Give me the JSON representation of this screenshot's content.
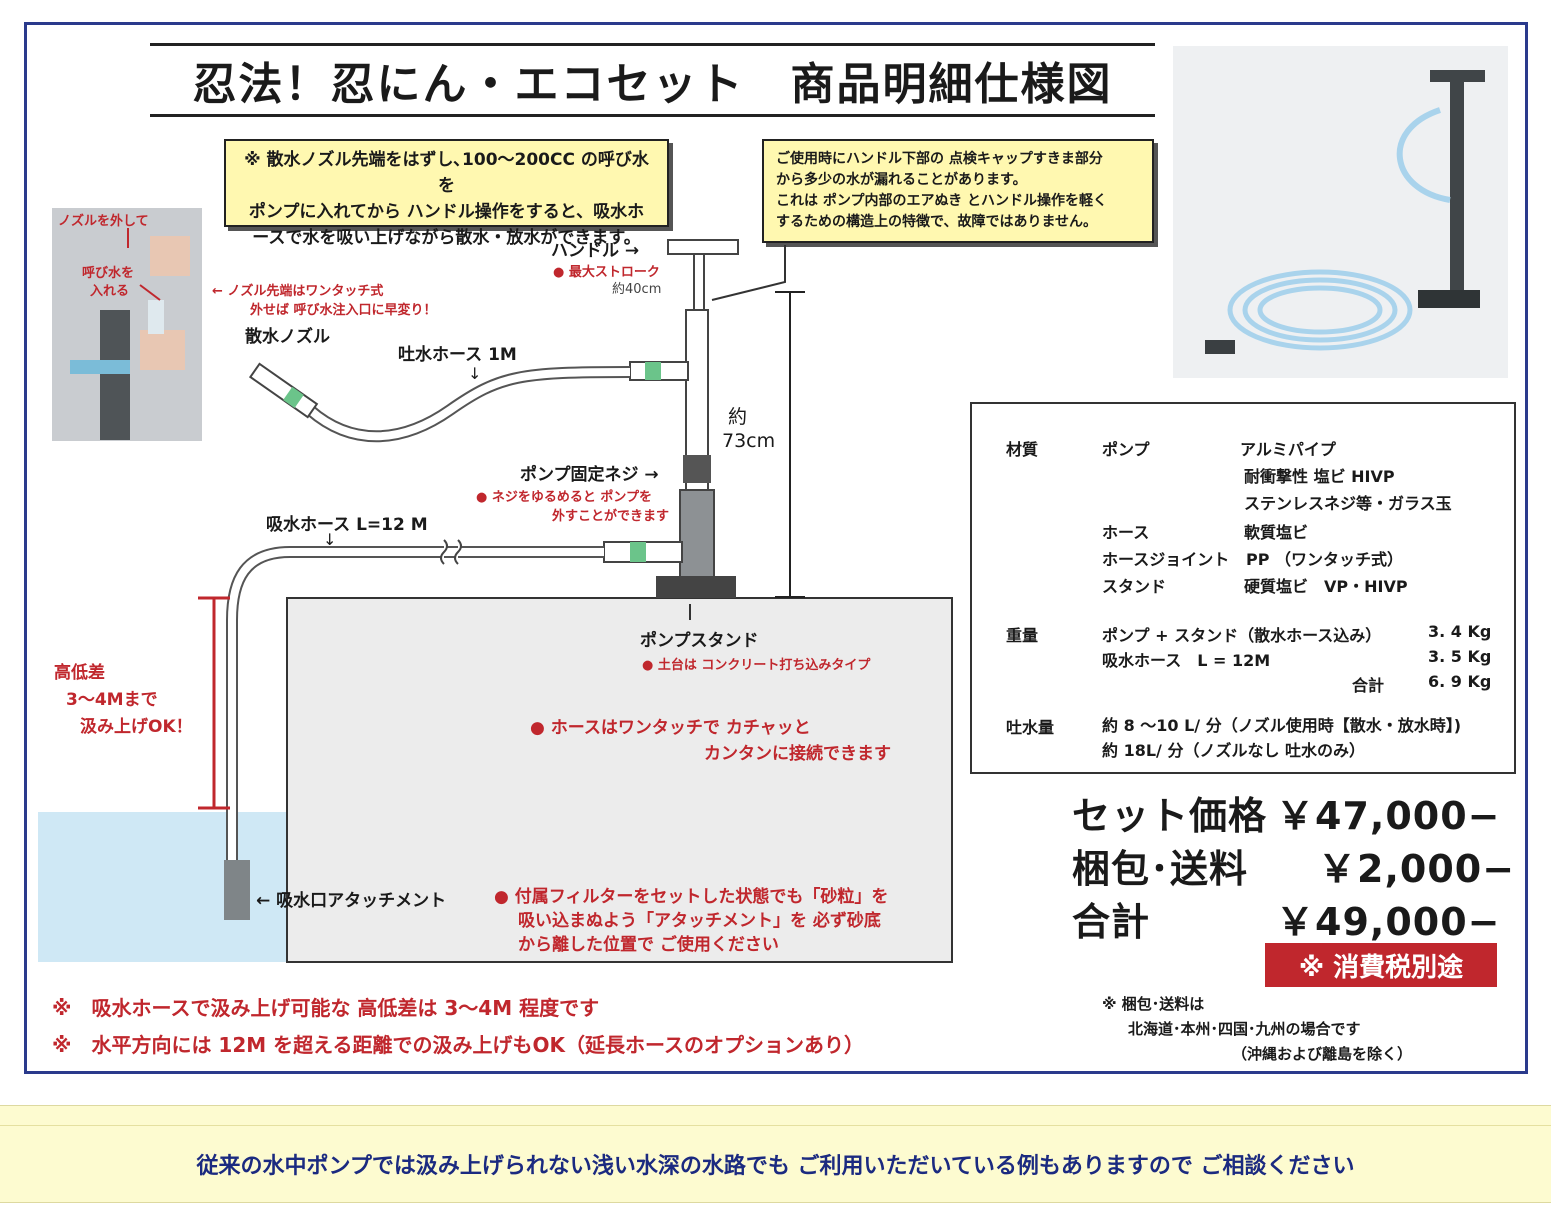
{
  "title": "忍法！忍にん・エコセット　商品明細仕様図",
  "note_left": [
    "※ 散水ノズル先端をはずし､100〜200CC の呼び水を",
    "ポンプに入れてから ハンドル操作をすると、吸水ホ",
    "ースで水を吸い上げながら散水・放水ができます。"
  ],
  "note_right": [
    "ご使用時にハンドル下部の 点検キャップすきま部分",
    "から多少の水が漏れることがあります。",
    "これは ポンプ内部のエアぬき とハンドル操作を軽く",
    "するための構造上の特徴で、故障ではありません。"
  ],
  "photo_left": {
    "nozzle_off": "ノズルを外して",
    "prime": "呼び水を",
    "prime2": "入れる"
  },
  "nozzle_note": [
    "← ノズル先端はワンタッチ式",
    "外せば 呼び水注入口に早変り！"
  ],
  "labels": {
    "handle": "ハンドル →",
    "stroke": "● 最大ストローク",
    "stroke2": "約40cm",
    "nozzle": "散水ノズル",
    "out_hose": "吐水ホース 1M",
    "height": "約",
    "height2": "73cm",
    "screw": "ポンプ固定ネジ →",
    "screw_note": "● ネジをゆるめると ポンプを",
    "screw_note2": "外すことができます",
    "in_hose": "吸水ホース L=12 M",
    "stand": "ポンプスタンド",
    "stand_note": "● 土台は コンクリート打ち込みタイプ",
    "diff": "高低差",
    "diff2": "3〜4Mまで",
    "diff3": "汲み上げOK！",
    "onetouch": "● ホースはワンタッチで カチャッと",
    "onetouch2": "カンタンに接続できます",
    "attach": "← 吸水口アタッチメント",
    "filter": "● 付属フィルターをセットした状態でも「砂粒」を",
    "filter2": "吸い込まぬよう「アタッチメント」を 必ず砂底",
    "filter3": "から離した位置で ご使用ください"
  },
  "footnotes": [
    "※　吸水ホースで汲み上げ可能な 高低差は 3〜4M 程度です",
    "※　水平方向には 12M を超える距離での汲み上げもOK（延長ホースのオプションあり）"
  ],
  "spec": {
    "material": "材質",
    "pump": "ポンプ",
    "pump_v1": "アルミパイプ",
    "pump_v2": "耐衝撃性 塩ビ HIVP",
    "pump_v3": "ステンレスネジ等・ガラス玉",
    "hose": "ホース",
    "hose_v": "軟質塩ビ",
    "joint": "ホースジョイント",
    "joint_v": "PP （ワンタッチ式）",
    "stand": "スタンド",
    "stand_v": "硬質塩ビ　VP・HIVP",
    "weight": "重量",
    "w1": "ポンプ + スタンド（散水ホース込み）",
    "w1v": "3. 4 Kg",
    "w2": "吸水ホース　L = 12M",
    "w2v": "3. 5 Kg",
    "w3": "合計",
    "w3v": "6. 9 Kg",
    "flow": "吐水量",
    "f1": "約 8 〜10 L/ 分（ノズル使用時【散水・放水時】)",
    "f2": "約 18L/ 分（ノズルなし 吐水のみ）"
  },
  "price": {
    "set_label": "セット価格",
    "set_value": "￥47,000−",
    "ship_label": "梱包･送料",
    "ship_value": "￥2,000−",
    "total_label": "合計",
    "total_value": "￥49,000−",
    "tax": "※ 消費税別途"
  },
  "ship_note": [
    "※ 梱包･送料は",
    "北海道･本州･四国･九州の場合です",
    "（沖縄および離島を除く）"
  ],
  "bottom_text": "従来の水中ポンプでは汲み上げられない浅い水深の水路でも ご利用いただいている例もありますので ご相談ください",
  "colors": {
    "frame": "#2a3a8c",
    "accent_red": "#c0272d",
    "note_yellow": "#fff8b0",
    "water": "#cfe8f5",
    "bottom_bg": "#fdfbd0",
    "bottom_text": "#1b2a80"
  }
}
